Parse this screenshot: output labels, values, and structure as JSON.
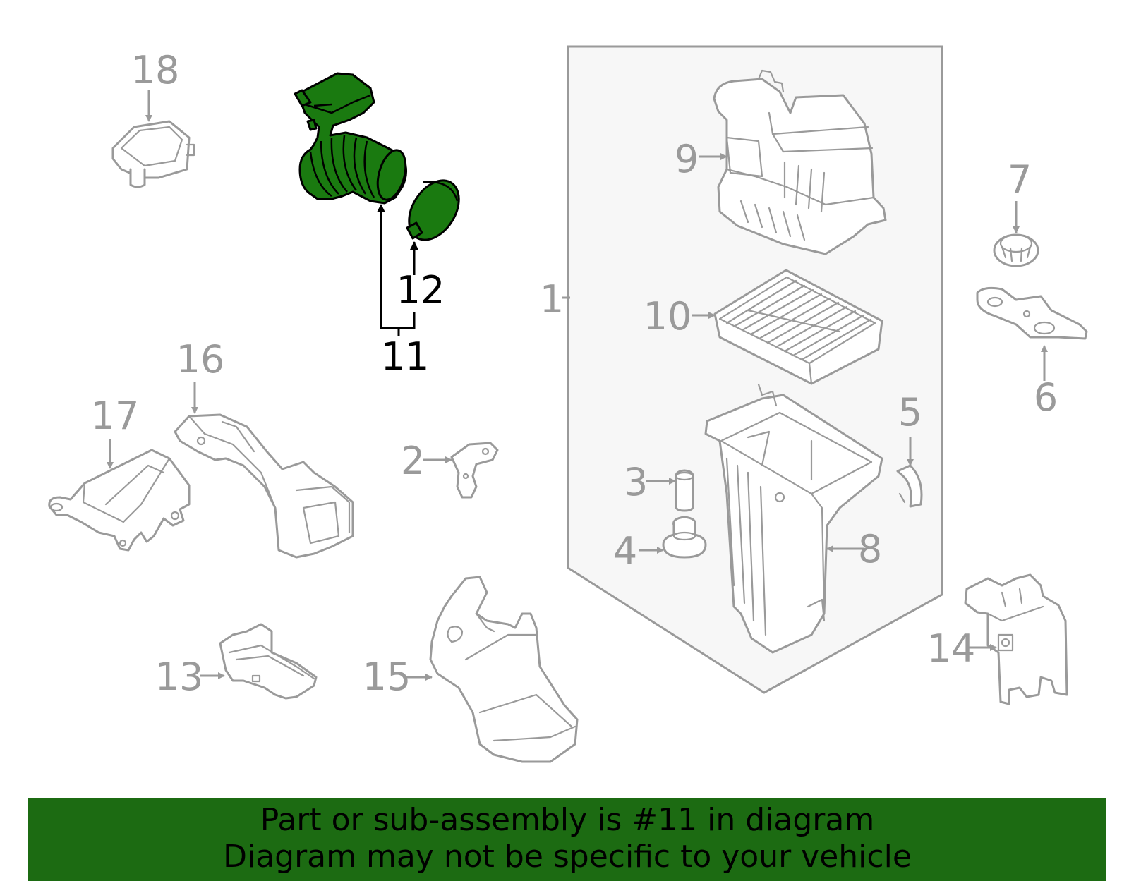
{
  "callouts": {
    "c1": "1",
    "c2": "2",
    "c3": "3",
    "c4": "4",
    "c5": "5",
    "c6": "6",
    "c7": "7",
    "c8": "8",
    "c9": "9",
    "c10": "10",
    "c11": "11",
    "c12": "12",
    "c13": "13",
    "c14": "14",
    "c15": "15",
    "c16": "16",
    "c17": "17",
    "c18": "18"
  },
  "banner": {
    "line1": "Part or sub-assembly is #11 in diagram",
    "line2": "Diagram may not be specific to your vehicle"
  },
  "colors": {
    "highlight": "#1a7a10",
    "banner": "#1c6b12",
    "parts_gray": "#9a9a9a",
    "assembly_box_fill": "#f7f7f7"
  }
}
